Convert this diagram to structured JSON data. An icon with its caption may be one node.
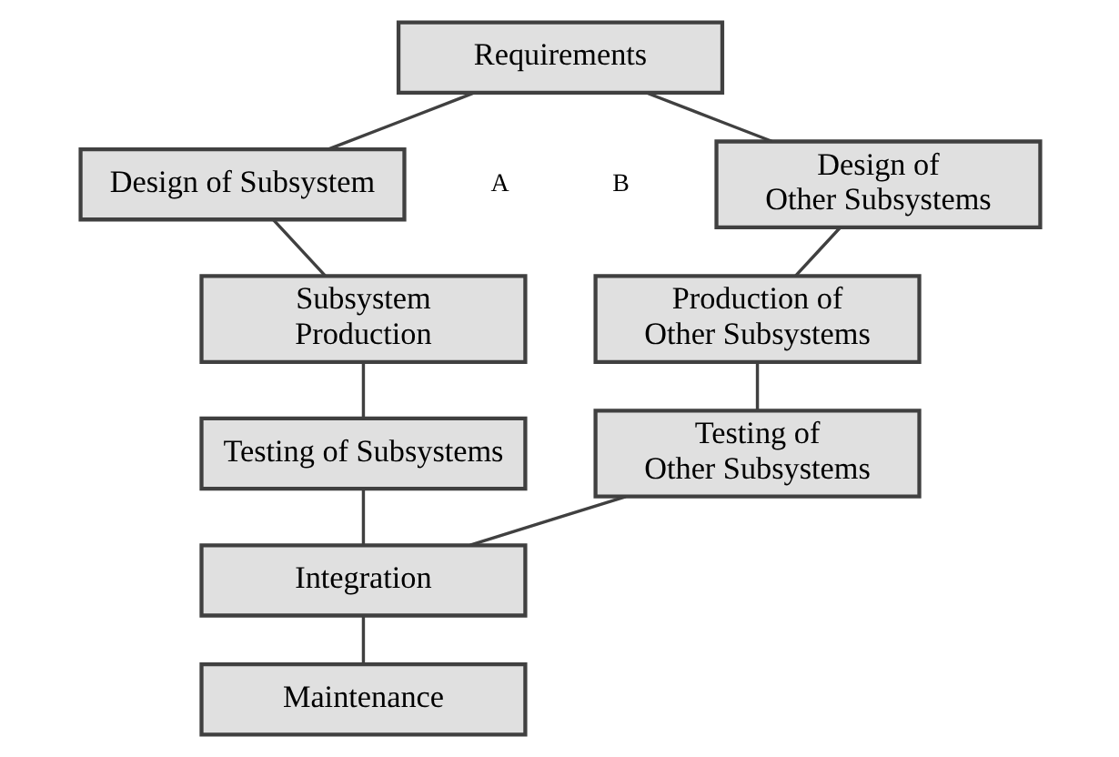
{
  "diagram": {
    "nodes": [
      {
        "text": [
          "Requirements"
        ]
      },
      {
        "text": [
          "Design of Subsystem"
        ]
      },
      {
        "text": [
          "Subsystem Production"
        ]
      },
      {
        "text": [
          "Testing of Subsystems"
        ]
      },
      {
        "text": [
          "Integration"
        ]
      },
      {
        "text": [
          "Maintenance"
        ]
      },
      {
        "text": [
          "Design of Other Subsystems"
        ]
      },
      {
        "text": [
          "Production of Other Subsystems"
        ]
      },
      {
        "text": [
          "Testing of Other Subsystems"
        ]
      }
    ],
    "edges": [
      {
        "from": 0,
        "to": 1,
        "arrow": "none"
      },
      {
        "from": 1,
        "to": 2,
        "arrow": "none"
      },
      {
        "from": 2,
        "to": 3,
        "arrow": "none"
      },
      {
        "from": 3,
        "to": 4,
        "arrow": "none"
      },
      {
        "from": 4,
        "to": 5,
        "arrow": "none"
      },
      {
        "from": 0,
        "to": 6,
        "arrow": "none"
      },
      {
        "from": 6,
        "to": 7,
        "arrow": "none"
      },
      {
        "from": 7,
        "to": 8,
        "arrow": "none"
      },
      {
        "from": 4,
        "to": 8,
        "arrow": "none"
      }
    ],
    "labels": [
      "A",
      "B"
    ]
  }
}
